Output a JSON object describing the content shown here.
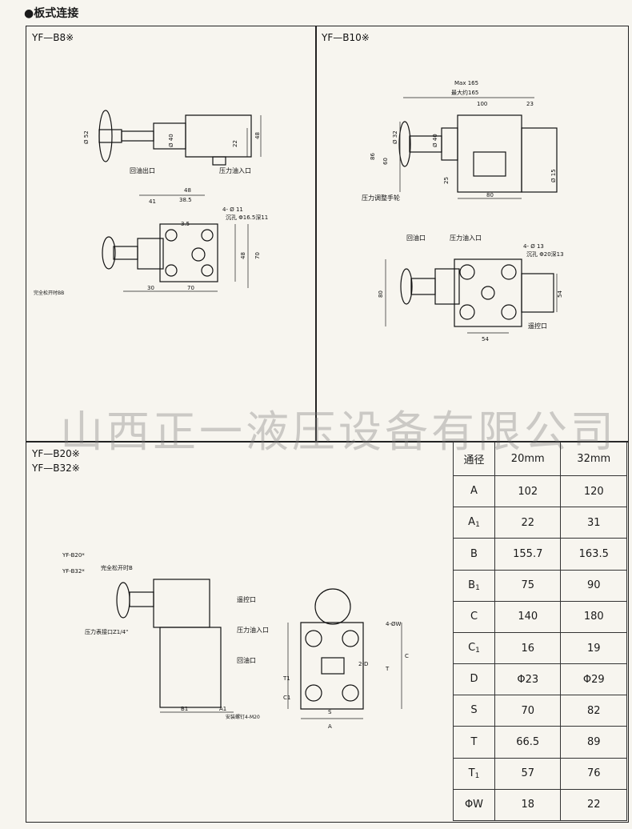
{
  "header": {
    "bullet": "●",
    "title": "板式连接"
  },
  "watermark": "山西正一液压设备有限公司",
  "panels": {
    "b8": {
      "label": "YF—B8※",
      "dims": {
        "d52": "Ø 52",
        "d40": "Ø 40",
        "h22": "22",
        "h48": "48",
        "w48": "48",
        "w41": "41",
        "w38_5": "38.5",
        "w3_5": "3.5",
        "holes": "4- Ø 11",
        "counter": "沉孔 Φ16.5深11",
        "v48": "48",
        "v70": "70",
        "h30": "30",
        "h70": "70"
      },
      "labels": {
        "return_port": "回油出口",
        "pressure_in": "压力油入口",
        "fully_open": "完全松开时BB"
      }
    },
    "b10": {
      "label": "YF—B10※",
      "dims": {
        "max165": "Max 165",
        "max165_cn": "最大约165",
        "w100": "100",
        "w23": "23",
        "d32": "Ø 32",
        "d40": "Ø 40",
        "h86": "86",
        "h60": "60",
        "h25": "25",
        "w80": "80",
        "d15": "Ø 15",
        "holes": "4- Ø 13",
        "counter": "沉孔 Φ20深13",
        "v80": "80",
        "v54": "54",
        "h54": "54"
      },
      "labels": {
        "adjust_knob": "压力调整手轮",
        "return_port": "回油口",
        "pressure_in": "压力油入口",
        "remote_port": "遥控口"
      }
    },
    "b20": {
      "label_a": "YF—B20※",
      "label_b": "YF—B32※",
      "small_a": "YF-B20*",
      "small_b": "YF-B32*",
      "labels": {
        "fully_open": "完全松开时B",
        "gauge": "压力表接口Z1/4\"",
        "remote": "遥控口",
        "pressure_in": "压力油入口",
        "return_port": "回油口",
        "bolt": "安装螺钉4-M20",
        "b1": "B1",
        "a1": "A1",
        "holes": "4-ØW",
        "d2": "2-D",
        "t": "T",
        "t1": "T1",
        "c": "C",
        "c1": "C1",
        "s": "S",
        "a": "A"
      }
    }
  },
  "spec_table": {
    "headers": [
      "通径",
      "20mm",
      "32mm"
    ],
    "rows": [
      {
        "name": "A",
        "sub": "",
        "v20": "102",
        "v32": "120"
      },
      {
        "name": "A",
        "sub": "1",
        "v20": "22",
        "v32": "31"
      },
      {
        "name": "B",
        "sub": "",
        "v20": "155.7",
        "v32": "163.5"
      },
      {
        "name": "B",
        "sub": "1",
        "v20": "75",
        "v32": "90"
      },
      {
        "name": "C",
        "sub": "",
        "v20": "140",
        "v32": "180"
      },
      {
        "name": "C",
        "sub": "1",
        "v20": "16",
        "v32": "19"
      },
      {
        "name": "D",
        "sub": "",
        "v20": "Φ23",
        "v32": "Φ29"
      },
      {
        "name": "S",
        "sub": "",
        "v20": "70",
        "v32": "82"
      },
      {
        "name": "T",
        "sub": "",
        "v20": "66.5",
        "v32": "89"
      },
      {
        "name": "T",
        "sub": "1",
        "v20": "57",
        "v32": "76"
      },
      {
        "name": "ΦW",
        "sub": "",
        "v20": "18",
        "v32": "22"
      }
    ]
  }
}
